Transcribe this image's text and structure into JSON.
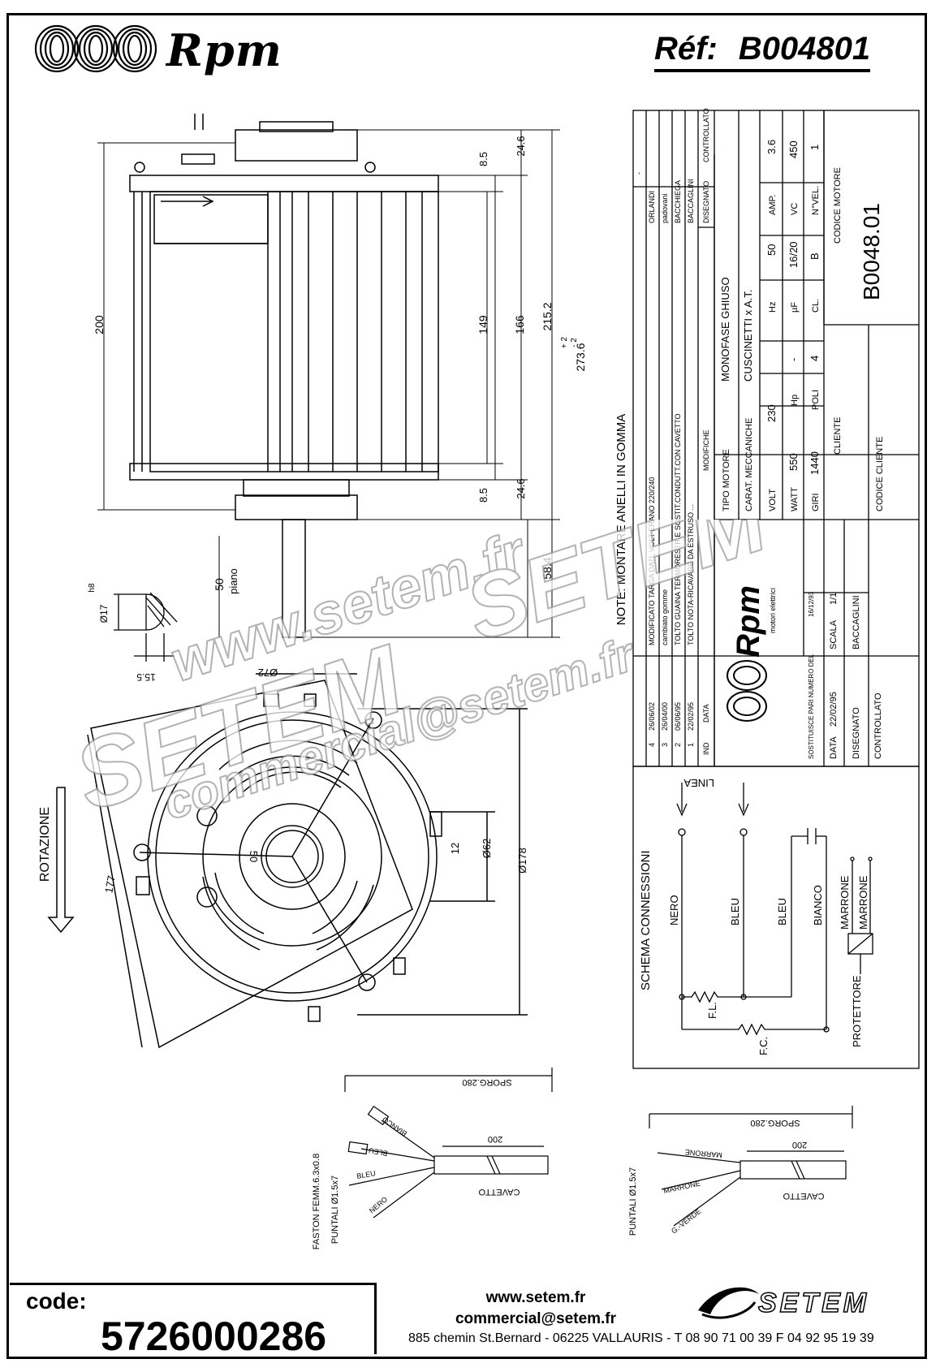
{
  "header": {
    "brand": "Rpm",
    "ref_label": "Réf:",
    "ref_value": "B004801"
  },
  "dimensions": {
    "d200_height": "200",
    "d8_5_top": "8.5",
    "d24_6_top": "24.6",
    "d149": "149",
    "d166": "166",
    "d215_2": "215.2",
    "d273_6": "273.6",
    "tol_plus": "+ 2",
    "tol_minus": "- 2",
    "d8_5_bot": "8.5",
    "d24_6_bot": "24.6",
    "d58_4": "58.4",
    "d50_piano": "50",
    "piano": "piano",
    "shaft_d17": "Ø17",
    "shaft_h8": "h8",
    "shaft_15_5": "15.5",
    "d72": "Ø72",
    "d62": "Ø62",
    "d178": "Ø178",
    "d177": "177",
    "d50_hub": "50",
    "d12": "12",
    "rotation": "ROTAZIONE",
    "note": "NOTE: MONTARE ANELLI IN GOMMA"
  },
  "revisions": {
    "rows": [
      {
        "n": "4",
        "date": "26/06/02",
        "text": "MODIFICATO TARGA DATI, VOLT ERANO 220/240",
        "by": "ORLANDI"
      },
      {
        "n": "3",
        "date": "26/04/00",
        "text": "cambiato gomme",
        "by": "padovani"
      },
      {
        "n": "2",
        "date": "06/06/95",
        "text": "TOLTO GUAINA TERMORESTR.E SOSTIT.CONDUTT.CON CAVETTO",
        "by": "BACCHIEGA"
      },
      {
        "n": "1",
        "date": "22/02/95",
        "text": "TOLTO NOTA-RICAVARE DA ESTRUSO ...",
        "by": "BACCAGLINI"
      }
    ],
    "hdr_ind": "IND",
    "hdr_data": "DATA",
    "hdr_modifiche": "MODIFICHE",
    "hdr_disegnato": "DISEGNATO",
    "hdr_controllato": "CONTROLLATO",
    "dash": "-"
  },
  "motor": {
    "tipo_label": "TIPO MOTORE",
    "tipo_value": "MONOFASE GHIUSO",
    "carat_label": "CARAT. MECCANICHE",
    "carat_value": "CUSCINETTI x A.T.",
    "volt_label": "VOLT",
    "volt_value": "230",
    "hz_label": "Hz",
    "hz_value": "50",
    "amp_label": "AMP.",
    "amp_value": "3.6",
    "watt_label": "WATT",
    "watt_value": "550",
    "hp_label": "Hp",
    "hp_value": "-",
    "mf_label": "µF",
    "mf_value": "16/20",
    "vc_label": "VC",
    "vc_value": "450",
    "giri_label": "GIRI",
    "giri_value": "1440",
    "poli_label": "POLI",
    "poli_value": "4",
    "cl_label": "CL.",
    "cl_value": "B",
    "nvel_label": "N°VEL.",
    "nvel_value": "1",
    "codice_motore_label": "CODICE MOTORE",
    "codice_motore_value": "B0048.01",
    "cliente_label": "CLIENTE",
    "codice_cliente_label": "CODICE CLIENTE"
  },
  "title_block": {
    "brand": "Rpm",
    "brand_sub": "motori elettrici",
    "sostituisce": "SOSTITUISCE PARI NUMERO DEL",
    "sostituisce_date": "16/12/93",
    "data_label": "DATA",
    "data_value": "22/02/95",
    "scala_label": "SCALA",
    "scala_value": "1/1",
    "disegnato_label": "DISEGNATO",
    "disegnato_value": "BACCAGLINI",
    "controllato_label": "CONTROLLATO"
  },
  "schema": {
    "title": "SCHEMA CONNESSIONI",
    "linea": "LINEA",
    "nero": "NERO",
    "bleu1": "BLEU",
    "bleu2": "BLEU",
    "bianco": "BIANCO",
    "marrone1": "MARRONE",
    "marrone2": "MARRONE",
    "fl": "F.L.",
    "fc": "F.C.",
    "protettore": "PROTETTORE"
  },
  "cable1": {
    "sporg": "SPORG.280",
    "length": "200",
    "cavetto": "CAVETTO",
    "faston": "FASTON FEMM.6.3x0.8",
    "puntali": "PUNTALI  Ø1.5x7",
    "wire_bianco": "BIANCO",
    "wire_bleu1": "BLEU",
    "wire_bleu2": "BLEU",
    "wire_nero": "NERO"
  },
  "cable2": {
    "sporg": "SPORG.280",
    "length": "200",
    "cavetto": "CAVETTO",
    "puntali": "PUNTALI  Ø1.5x7",
    "wire_marrone1": "MARRONE",
    "wire_marrone2": "MARRONE",
    "wire_gverde": "G.-VERDE"
  },
  "watermark": {
    "line1": "SETEM",
    "line2": "www.setem.fr",
    "line3": "SETEM",
    "line4": "commercial@setem.fr"
  },
  "footer": {
    "code_label": "code:",
    "code_value": "5726000286",
    "web": "www.setem.fr",
    "email": "commercial@setem.fr",
    "logo": "SETEM",
    "address": "885 chemin St.Bernard  -  06225 VALLAURIS  -   T 08 90 71 00 39   F 04 92 95 19 39"
  }
}
